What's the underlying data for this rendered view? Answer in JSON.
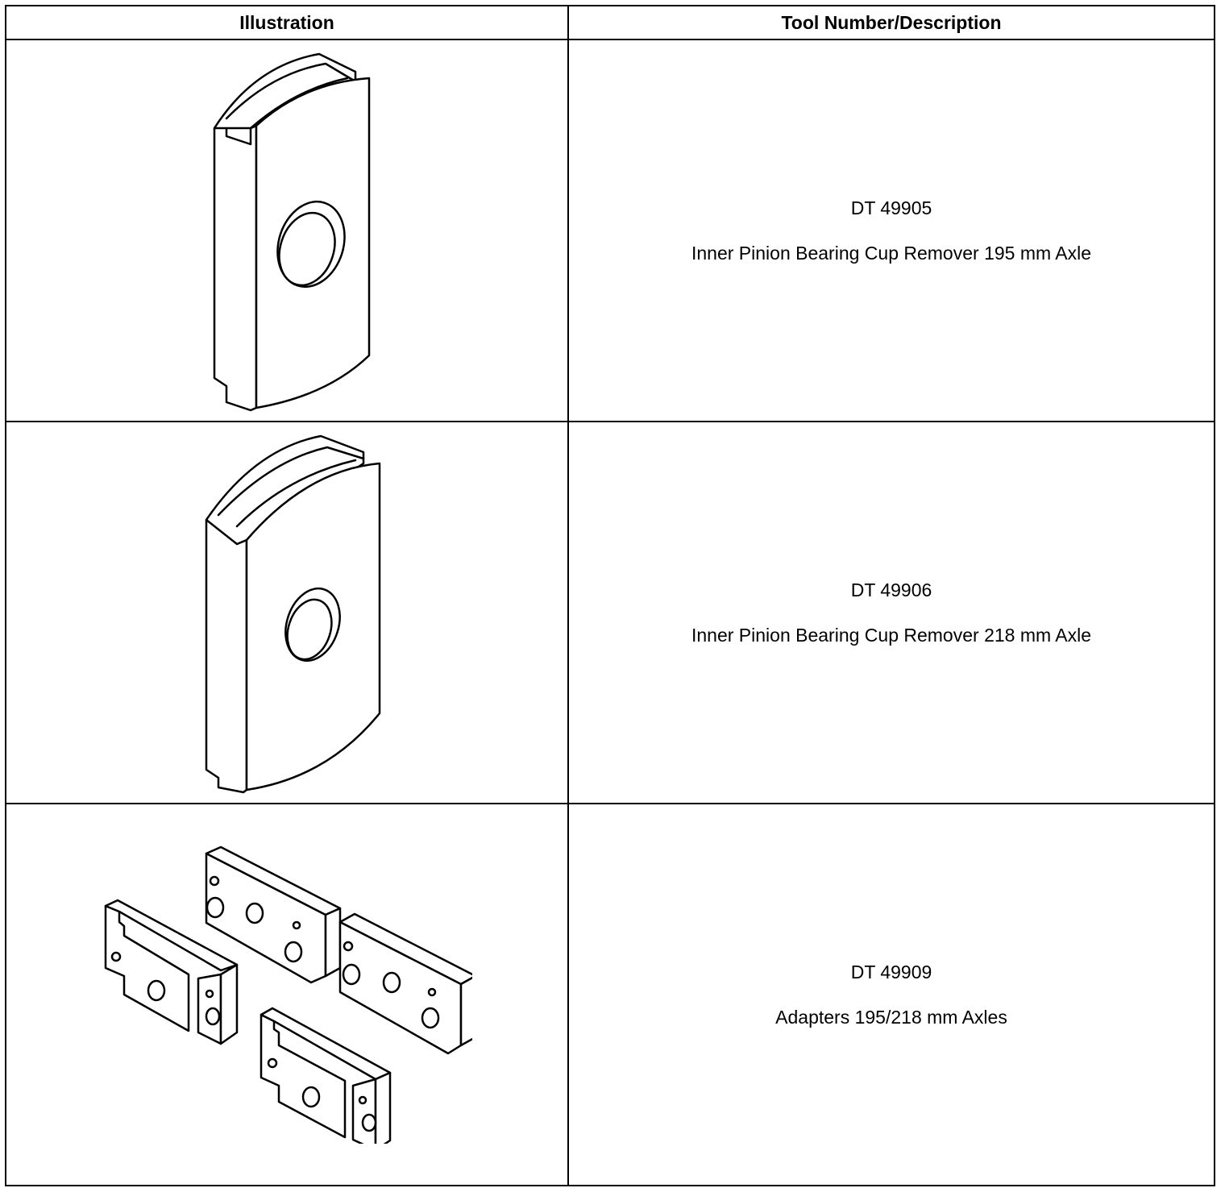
{
  "table": {
    "headers": {
      "illustration": "Illustration",
      "tool": "Tool Number/Description"
    },
    "rows": [
      {
        "illustration_icon": "bearing-cup-remover-plate-icon",
        "tool_number": "DT 49905",
        "description": "Inner Pinion Bearing Cup Remover 195 mm Axle"
      },
      {
        "illustration_icon": "bearing-cup-remover-plate-icon",
        "tool_number": "DT 49906",
        "description": "Inner Pinion Bearing Cup Remover 218 mm Axle"
      },
      {
        "illustration_icon": "axle-adapters-set-icon",
        "tool_number": "DT 49909",
        "description": "Adapters 195/218 mm Axles"
      }
    ]
  }
}
